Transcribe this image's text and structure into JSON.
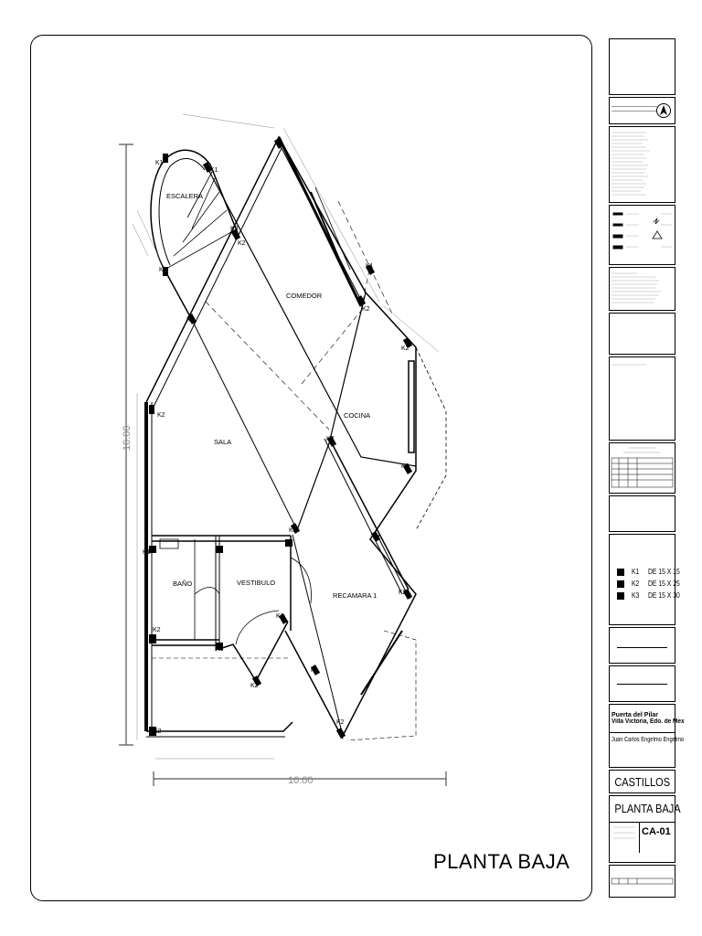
{
  "sheet": {
    "title": "PLANTA BAJA"
  },
  "rooms": [
    {
      "name": "ESCALERA"
    },
    {
      "name": "COMEDOR"
    },
    {
      "name": "SALA"
    },
    {
      "name": "COCINA"
    },
    {
      "name": "BAÑO"
    },
    {
      "name": "VESTIBULO"
    },
    {
      "name": "RECAMARA 1"
    }
  ],
  "castillo_tags": [
    "K1",
    "K2",
    "K3"
  ],
  "dimensions": {
    "height": "10.00",
    "width": "10.00"
  },
  "title_block": {
    "legend": [
      {
        "tag": "K1",
        "spec": "DE 15 X 15"
      },
      {
        "tag": "K2",
        "spec": "DE 15 X 25"
      },
      {
        "tag": "K3",
        "spec": "DE 15 X 30"
      }
    ],
    "project_line1": "Puerta del Pilar",
    "project_line2": "Villa Victoria, Edo. de Mex",
    "owner": "Juan Carlos Engelmo Engelmo",
    "plan_type": "CASTILLOS",
    "plan_name": "PLANTA BAJA",
    "sheet_code": "CA-01"
  },
  "colors": {
    "line": "#000000",
    "dim": "#8a8a8a"
  }
}
